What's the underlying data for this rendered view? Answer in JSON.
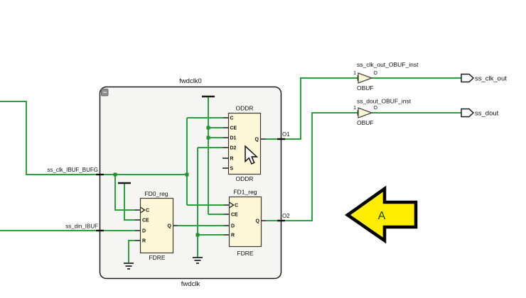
{
  "colors": {
    "wire": "#2aa23c",
    "junction": "#1f9232",
    "block_fill": "#fcf7d6",
    "module_fill": "#f5f5f4",
    "module_border": "#1c1c1c",
    "port_fill": "#ffffff",
    "annotation_fill": "#ffee00"
  },
  "icons": {
    "collapse": "minus-icon",
    "power": "vcc-bar-icon",
    "ground": "gnd-icon",
    "cursor": "mouse-pointer-icon"
  },
  "module": {
    "instance_name": "fwdclk0",
    "entity_name": "fwdclk"
  },
  "nets": {
    "clk_in": "ss_clk_IBUF_BUFG",
    "din": "ss_din_IBUF",
    "o1": "O1",
    "o2": "O2"
  },
  "oddr": {
    "name": "ODDR",
    "type": "ODDR",
    "pins_left": [
      "C",
      "CE",
      "D1",
      "D2",
      "R",
      "S"
    ],
    "pin_out": "Q"
  },
  "fd0": {
    "name": "FD0_reg",
    "type": "FDRE",
    "pins_left": [
      "C",
      "CE",
      "D",
      "R"
    ],
    "pin_out": "Q"
  },
  "fd1": {
    "name": "FD1_reg",
    "type": "FDRE",
    "pins_left": [
      "C",
      "CE",
      "D",
      "R"
    ],
    "pin_out": "Q"
  },
  "obuf1": {
    "name": "ss_clk_out_OBUF_inst",
    "type": "OBUF",
    "pin_in": "1",
    "pin_out": "O",
    "port": "ss_clk_out"
  },
  "obuf2": {
    "name": "ss_dout_OBUF_inst",
    "type": "OBUF",
    "pin_in": "1",
    "pin_out": "O",
    "port": "ss_dout"
  },
  "annotation": {
    "label": "A"
  }
}
